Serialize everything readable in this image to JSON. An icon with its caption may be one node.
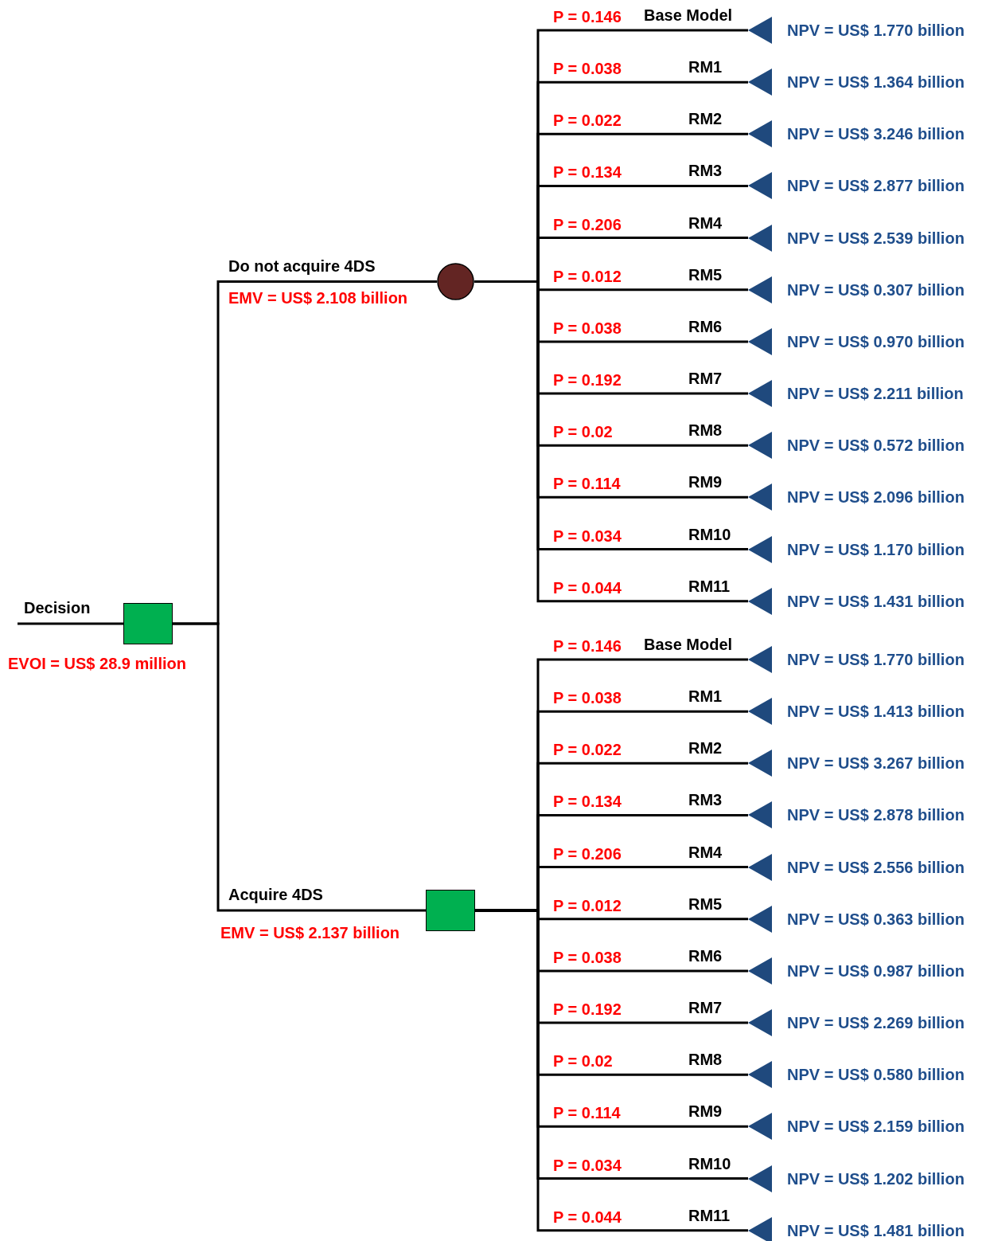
{
  "diagram": {
    "nodes": [
      {
        "text": [],
        "shape": "box",
        "beside": [
          "Decision",
          "EVOI = US$ 28.9 million"
        ]
      },
      {
        "text": [],
        "shape": "circle",
        "beside": [
          "EMV = US$ 2.108 billion"
        ]
      },
      {
        "text": [],
        "shape": "box",
        "beside": [
          "EMV = US$ 2.137 billion"
        ]
      },
      {
        "text": [],
        "shape": "triangle",
        "beside": [
          "NPV = US$ 1.770 billion"
        ]
      },
      {
        "text": [],
        "shape": "triangle",
        "beside": [
          "NPV = US$ 1.364 billion"
        ]
      },
      {
        "text": [],
        "shape": "triangle",
        "beside": [
          "NPV = US$ 3.246 billion"
        ]
      },
      {
        "text": [],
        "shape": "triangle",
        "beside": [
          "NPV = US$ 2.877 billion"
        ]
      },
      {
        "text": [],
        "shape": "triangle",
        "beside": [
          "NPV = US$ 2.539 billion"
        ]
      },
      {
        "text": [],
        "shape": "triangle",
        "beside": [
          "NPV = US$ 0.307 billion"
        ]
      },
      {
        "text": [],
        "shape": "triangle",
        "beside": [
          "NPV = US$ 0.970 billion"
        ]
      },
      {
        "text": [],
        "shape": "triangle",
        "beside": [
          "NPV = US$ 2.211 billion"
        ]
      },
      {
        "text": [],
        "shape": "triangle",
        "beside": [
          "NPV = US$ 0.572 billion"
        ]
      },
      {
        "text": [],
        "shape": "triangle",
        "beside": [
          "NPV = US$ 2.096 billion"
        ]
      },
      {
        "text": [],
        "shape": "triangle",
        "beside": [
          "NPV = US$ 1.170 billion"
        ]
      },
      {
        "text": [],
        "shape": "triangle",
        "beside": [
          "NPV = US$ 1.431 billion"
        ]
      },
      {
        "text": [],
        "shape": "triangle",
        "beside": [
          "NPV = US$ 1.770 billion"
        ]
      },
      {
        "text": [],
        "shape": "triangle",
        "beside": [
          "NPV = US$ 1.413 billion"
        ]
      },
      {
        "text": [],
        "shape": "triangle",
        "beside": [
          "NPV = US$ 3.267 billion"
        ]
      },
      {
        "text": [],
        "shape": "triangle",
        "beside": [
          "NPV = US$ 2.878 billion"
        ]
      },
      {
        "text": [],
        "shape": "triangle",
        "beside": [
          "NPV = US$ 2.556 billion"
        ]
      },
      {
        "text": [],
        "shape": "triangle",
        "beside": [
          "NPV = US$ 0.363 billion"
        ]
      },
      {
        "text": [],
        "shape": "triangle",
        "beside": [
          "NPV = US$ 0.987 billion"
        ]
      },
      {
        "text": [],
        "shape": "triangle",
        "beside": [
          "NPV = US$ 2.269 billion"
        ]
      },
      {
        "text": [],
        "shape": "triangle",
        "beside": [
          "NPV = US$ 0.580 billion"
        ]
      },
      {
        "text": [],
        "shape": "triangle",
        "beside": [
          "NPV = US$ 2.159 billion"
        ]
      },
      {
        "text": [],
        "shape": "triangle",
        "beside": [
          "NPV = US$ 1.202 billion"
        ]
      },
      {
        "text": [],
        "shape": "triangle",
        "beside": [
          "NPV = US$ 1.481 billion"
        ]
      }
    ],
    "edges": [
      {
        "from": null,
        "to": 0,
        "arrow": "none"
      },
      {
        "from": 0,
        "to": 1,
        "arrow": "none",
        "label": "Do not acquire 4DS"
      },
      {
        "from": 0,
        "to": 2,
        "arrow": "none",
        "label": "Acquire 4DS"
      },
      {
        "from": 1,
        "to": 3,
        "arrow": "none",
        "label": "Base Model"
      },
      {
        "from": 1,
        "to": 4,
        "arrow": "none",
        "label": "RM1"
      },
      {
        "from": 1,
        "to": 5,
        "arrow": "none",
        "label": "RM2"
      },
      {
        "from": 1,
        "to": 6,
        "arrow": "none",
        "label": "RM3"
      },
      {
        "from": 1,
        "to": 7,
        "arrow": "none",
        "label": "RM4"
      },
      {
        "from": 1,
        "to": 8,
        "arrow": "none",
        "label": "RM5"
      },
      {
        "from": 1,
        "to": 9,
        "arrow": "none",
        "label": "RM6"
      },
      {
        "from": 1,
        "to": 10,
        "arrow": "none",
        "label": "RM7"
      },
      {
        "from": 1,
        "to": 11,
        "arrow": "none",
        "label": "RM8"
      },
      {
        "from": 1,
        "to": 12,
        "arrow": "none",
        "label": "RM9"
      },
      {
        "from": 1,
        "to": 13,
        "arrow": "none",
        "label": "RM10"
      },
      {
        "from": 1,
        "to": 14,
        "arrow": "none",
        "label": "RM11"
      },
      {
        "from": 2,
        "to": 15,
        "arrow": "none",
        "label": "Base Model"
      },
      {
        "from": 2,
        "to": 16,
        "arrow": "none",
        "label": "RM1"
      },
      {
        "from": 2,
        "to": 17,
        "arrow": "none",
        "label": "RM2"
      },
      {
        "from": 2,
        "to": 18,
        "arrow": "none",
        "label": "RM3"
      },
      {
        "from": 2,
        "to": 19,
        "arrow": "none",
        "label": "RM4"
      },
      {
        "from": 2,
        "to": 20,
        "arrow": "none",
        "label": "RM5"
      },
      {
        "from": 2,
        "to": 21,
        "arrow": "none",
        "label": "RM6"
      },
      {
        "from": 2,
        "to": 22,
        "arrow": "none",
        "label": "RM7"
      },
      {
        "from": 2,
        "to": 23,
        "arrow": "none",
        "label": "RM8"
      },
      {
        "from": 2,
        "to": 24,
        "arrow": "none",
        "label": "RM9"
      },
      {
        "from": 2,
        "to": 25,
        "arrow": "none",
        "label": "RM10"
      },
      {
        "from": 2,
        "to": 26,
        "arrow": "none",
        "label": "RM11"
      }
    ],
    "labels": [
      "P = 0.146",
      "P = 0.038",
      "P = 0.022",
      "P = 0.134",
      "P = 0.206",
      "P = 0.012",
      "P = 0.038",
      "P = 0.192",
      "P = 0.02",
      "P = 0.114",
      "P = 0.034",
      "P = 0.044",
      "P = 0.146",
      "P = 0.038",
      "P = 0.022",
      "P = 0.134",
      "P = 0.206",
      "P = 0.012",
      "P = 0.038",
      "P = 0.192",
      "P = 0.02",
      "P = 0.114",
      "P = 0.034",
      "P = 0.044"
    ]
  }
}
